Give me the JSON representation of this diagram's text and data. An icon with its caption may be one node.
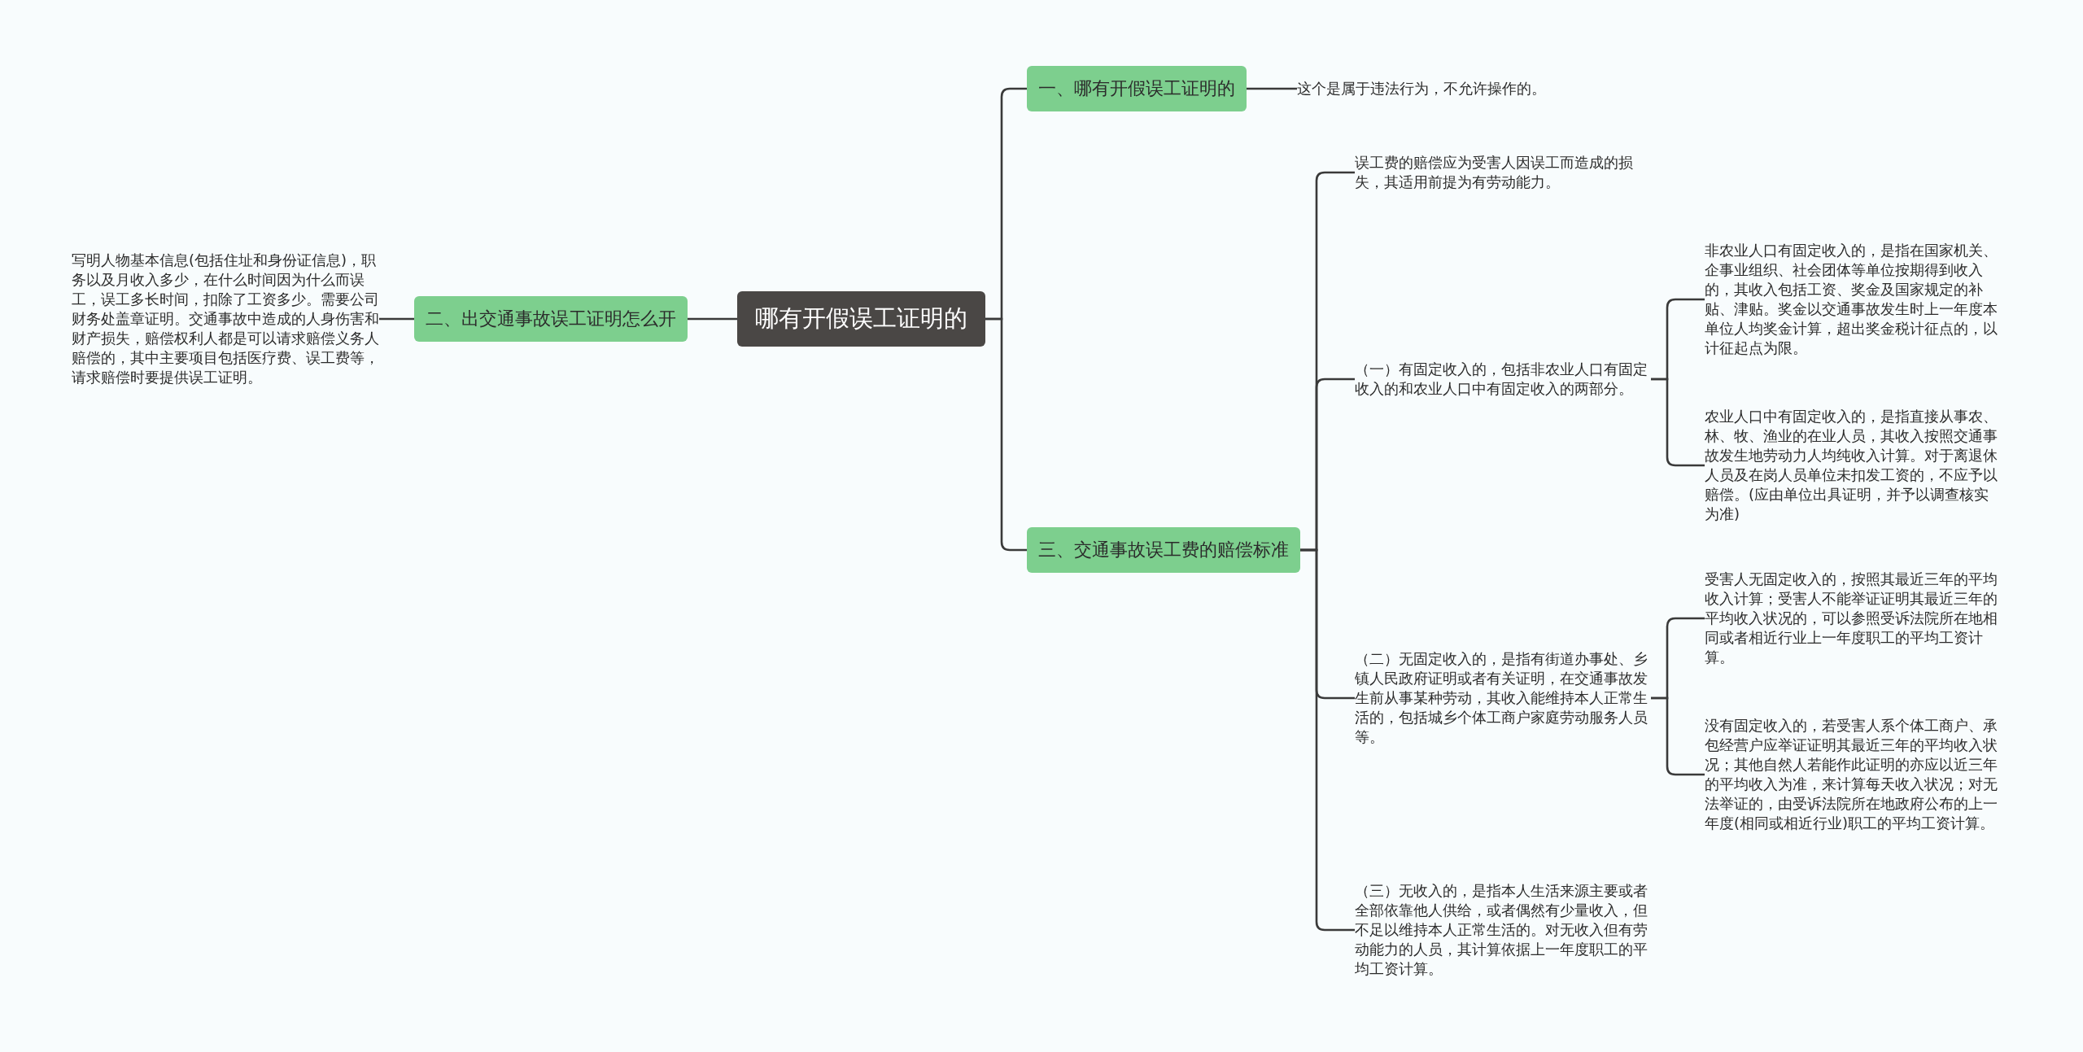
{
  "diagram": {
    "nodes": [
      {
        "text": [
          "哪有开假误工证明的"
        ]
      },
      {
        "text": [
          "一、哪有开假误工证明的"
        ]
      },
      {
        "text": [
          "这个是属于违法行为，不允许操作的。"
        ]
      },
      {
        "text": [
          "二、出交通事故误工证明怎么开"
        ]
      },
      {
        "text": [
          "写明人物基本信息(包括住址和身份证信息)，职务以及月收入多少，在什么时间因为什么而误工，误工多长时间，扣除了工资多少。需要公司财务处盖章证明。交通事故中造成的人身伤害和财产损失，赔偿权利人都是可以请求赔偿义务人赔偿的，其中主要项目包括医疗费、误工费等，请求赔偿时要提供误工证明。"
        ]
      },
      {
        "text": [
          "三、交通事故误工费的赔偿标准"
        ]
      },
      {
        "text": [
          "误工费的赔偿应为受害人因误工而造成的损失，其适用前提为有劳动能力。"
        ]
      },
      {
        "text": [
          "（一）有固定收入的，包括非农业人口有固定收入的和农业人口中有固定收入的两部分。"
        ]
      },
      {
        "text": [
          "非农业人口有固定收入的，是指在国家机关、企事业组织、社会团体等单位按期得到收入的，其收入包括工资、奖金及国家规定的补贴、津贴。奖金以交通事故发生时上一年度本单位人均奖金计算，超出奖金税计征点的，以计征起点为限。"
        ]
      },
      {
        "text": [
          "农业人口中有固定收入的，是指直接从事农、林、牧、渔业的在业人员，其收入按照交通事故发生地劳动力人均纯收入计算。对于离退休人员及在岗人员单位未扣发工资的，不应予以赔偿。(应由单位出具证明，并予以调查核实为准)"
        ]
      },
      {
        "text": [
          "（二）无固定收入的，是指有街道办事处、乡镇人民政府证明或者有关证明，在交通事故发生前从事某种劳动，其收入能维持本人正常生活的，包括城乡个体工商户家庭劳动服务人员等。"
        ]
      },
      {
        "text": [
          "受害人无固定收入的，按照其最近三年的平均收入计算；受害人不能举证证明其最近三年的平均收入状况的，可以参照受诉法院所在地相同或者相近行业上一年度职工的平均工资计算。"
        ]
      },
      {
        "text": [
          "没有固定收入的，若受害人系个体工商户、承包经营户应举证证明其最近三年的平均收入状况；其他自然人若能作此证明的亦应以近三年的平均收入为准，来计算每天收入状况；对无法举证的，由受诉法院所在地政府公布的上一年度(相同或相近行业)职工的平均工资计算。"
        ]
      },
      {
        "text": [
          "（三）无收入的，是指本人生活来源主要或者全部依靠他人供给，或者偶然有少量收入，但不足以维持本人正常生活的。对无收入但有劳动能力的人员，其计算依据上一年度职工的平均工资计算。"
        ]
      }
    ],
    "edges": [
      {
        "from": 0,
        "to": 1,
        "arrow": "none"
      },
      {
        "from": 1,
        "to": 2,
        "arrow": "none"
      },
      {
        "from": 0,
        "to": 3,
        "arrow": "none"
      },
      {
        "from": 3,
        "to": 4,
        "arrow": "none"
      },
      {
        "from": 0,
        "to": 5,
        "arrow": "none"
      },
      {
        "from": 5,
        "to": 6,
        "arrow": "none"
      },
      {
        "from": 5,
        "to": 7,
        "arrow": "none"
      },
      {
        "from": 7,
        "to": 8,
        "arrow": "none"
      },
      {
        "from": 7,
        "to": 9,
        "arrow": "none"
      },
      {
        "from": 5,
        "to": 10,
        "arrow": "none"
      },
      {
        "from": 10,
        "to": 11,
        "arrow": "none"
      },
      {
        "from": 10,
        "to": 12,
        "arrow": "none"
      },
      {
        "from": 5,
        "to": 13,
        "arrow": "none"
      }
    ]
  }
}
